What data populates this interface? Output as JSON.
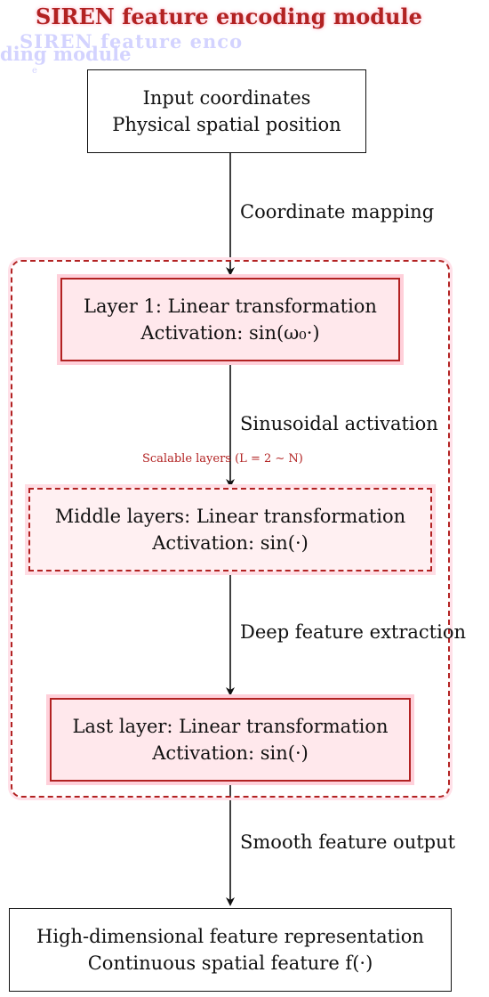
{
  "title": "SIREN feature encoding module",
  "ghost_text": {
    "line1": "SIREN feature enco",
    "line2": "ding module",
    "line3": "e"
  },
  "nodes": {
    "input": {
      "line1": "Input coordinates",
      "line2": "Physical spatial position"
    },
    "layer1": {
      "line1": "Layer 1: Linear transformation",
      "line2": "Activation: sin(ω₀·)"
    },
    "middle": {
      "line1": "Middle layers: Linear transformation",
      "line2": "Activation: sin(·)"
    },
    "last": {
      "line1": "Last layer: Linear transformation",
      "line2": "Activation: sin(·)"
    },
    "output": {
      "line1": "High-dimensional feature representation",
      "line2": "Continuous spatial feature f(·)"
    }
  },
  "group_label": "Scalable layers (L = 2 ∼ N)",
  "edges": [
    {
      "from": "input",
      "to": "layer1",
      "label": "Coordinate mapping"
    },
    {
      "from": "layer1",
      "to": "middle",
      "label": "Sinusoidal activation"
    },
    {
      "from": "middle",
      "to": "last",
      "label": "Deep feature extraction"
    },
    {
      "from": "last",
      "to": "output",
      "label": "Smooth feature output"
    }
  ],
  "colors": {
    "accent": "#b22222",
    "layer_fill": "#ffe8ec",
    "layer_glow": "#ffd0da",
    "line": "#111111"
  }
}
